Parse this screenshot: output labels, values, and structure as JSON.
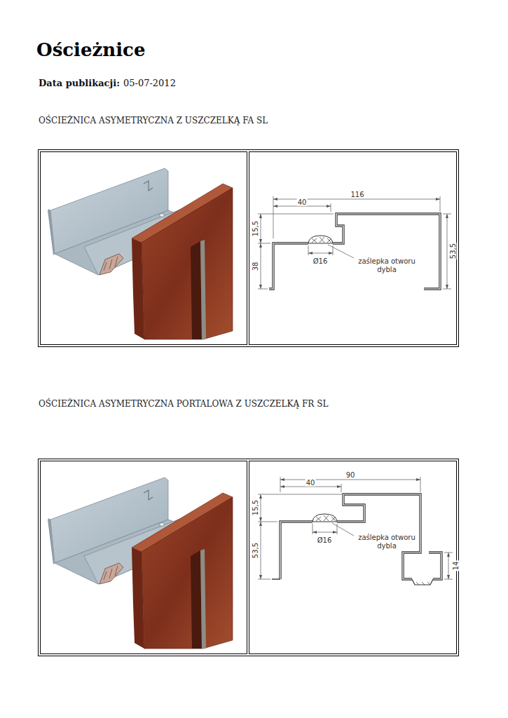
{
  "diagram": {
    "title": "Ościeżnice",
    "labels": [
      "Data publikacji:",
      "05-07-2012",
      "OŚCIEŻNICA ASYMETRYCZNA Z USZCZELKĄ FA SL",
      "116",
      "40",
      "15,5",
      "38",
      "53,5",
      "Ø16",
      "zaślepka otworu dybla",
      "OŚCIEŻNICA ASYMETRYCZNA PORTALOWA Z USZCZELKĄ FR SL",
      "90",
      "40",
      "15,5",
      "53,5",
      "Ø16",
      "zaślepka otworu dybla",
      "14"
    ]
  }
}
